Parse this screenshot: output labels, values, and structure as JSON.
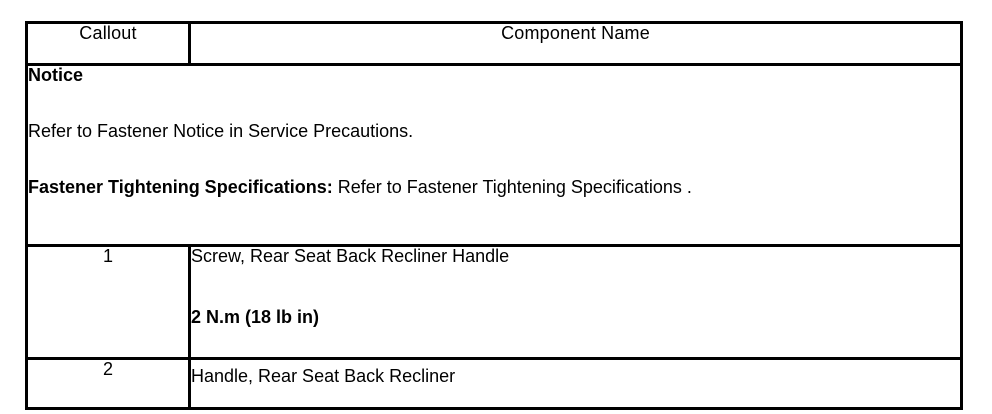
{
  "table": {
    "headers": {
      "callout": "Callout",
      "component_name": "Component Name"
    },
    "notice": {
      "title": "Notice",
      "body": "Refer to Fastener Notice in Service Precautions.",
      "spec_label": "Fastener Tightening Specifications:",
      "spec_text": " Refer to Fastener Tightening Specifications ."
    },
    "rows": [
      {
        "callout": "1",
        "component_name": "Screw, Rear Seat Back Recliner Handle",
        "torque": "2 N.m (18 lb in)"
      },
      {
        "callout": "2",
        "component_name": "Handle, Rear Seat Back Recliner",
        "torque": ""
      }
    ]
  },
  "colors": {
    "border": "#000000",
    "text": "#000000",
    "background": "#ffffff"
  }
}
